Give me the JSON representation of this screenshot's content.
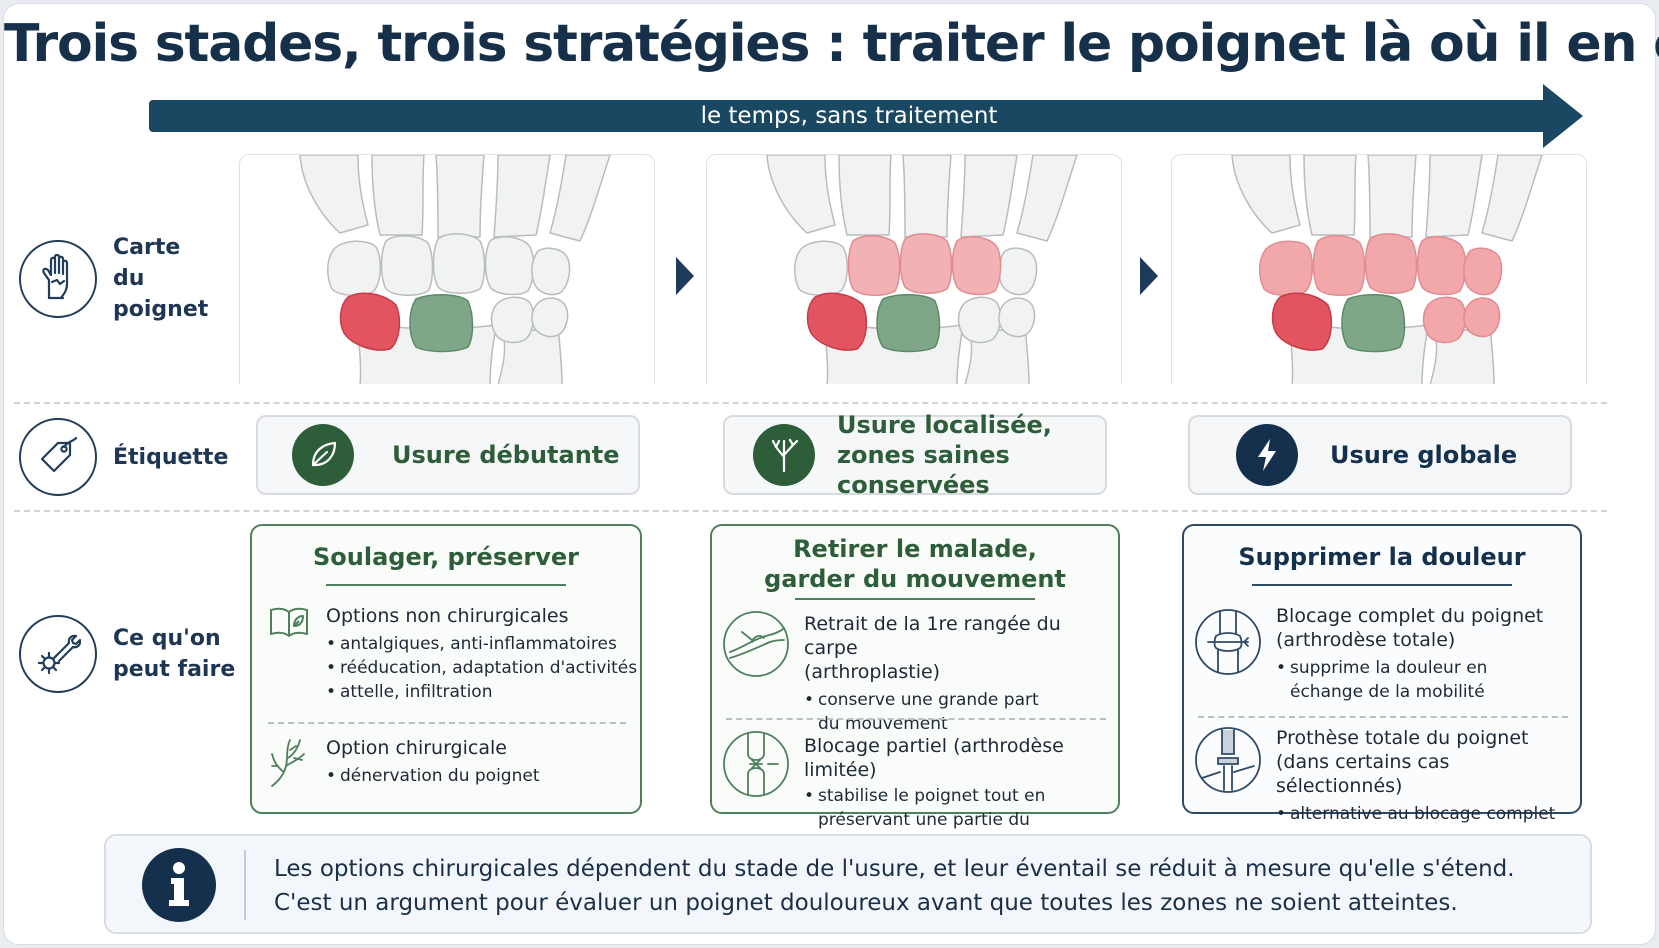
{
  "title": "Trois stades, trois stratégies : traiter le poignet là où il en est",
  "timeline_label": "le temps, sans traitement",
  "row_labels": {
    "map": "Carte\ndu poignet",
    "label": "Étiquette",
    "actions": "Ce qu'on\npeut faire"
  },
  "stages": [
    {
      "tag": "Usure débutante",
      "tag_icon": "leaf-icon",
      "card_title": "Soulager, préserver",
      "sections": [
        {
          "icon": "book-icon",
          "heading": "Options non chirurgicales",
          "items": [
            "antalgiques, anti-inflammatoires",
            "rééducation, adaptation d'activités",
            "attelle, infiltration"
          ]
        },
        {
          "icon": "hand-nerve-icon",
          "heading": "Option chirurgicale",
          "items": [
            "dénervation du poignet"
          ]
        }
      ]
    },
    {
      "tag": "Usure localisée,\nzones saines conservées",
      "tag_icon": "tree-icon",
      "card_title": "Retirer le malade,\ngarder du mouvement",
      "sections": [
        {
          "icon": "carpectomy-icon",
          "heading": "Retrait de la 1re rangée du carpe\n(arthroplastie)",
          "items": [
            "conserve une grande part\ndu mouvement"
          ]
        },
        {
          "icon": "joint-icon",
          "heading": "Blocage partiel (arthrodèse limitée)",
          "items": [
            "stabilise le poignet tout en\npréservant une partie du mouvement"
          ]
        }
      ]
    },
    {
      "tag": "Usure globale",
      "tag_icon": "lightning-icon",
      "card_title": "Supprimer la douleur",
      "sections": [
        {
          "icon": "fusion-icon",
          "heading": "Blocage complet du poignet\n(arthrodèse totale)",
          "items": [
            "supprime la douleur en\néchange de la mobilité"
          ]
        },
        {
          "icon": "prosthesis-icon",
          "heading": "Prothèse totale du poignet\n(dans certains cas sélectionnés)",
          "items": [
            "alternative au blocage complet"
          ]
        }
      ]
    }
  ],
  "note": {
    "line1": "Les options chirurgicales dépendent du stade de l'usure, et leur éventail se réduit à mesure qu'elle s'étend.",
    "line2": "C'est un argument pour évaluer un poignet douloureux avant que toutes les zones ne soient atteintes."
  },
  "colors": {
    "navy": "#1a4762",
    "green": "#2e5d3a",
    "worn": "#e2545f",
    "worn_light": "#f2b2b5",
    "healthy": "#7fa688",
    "bone": "#f1f2f2"
  }
}
